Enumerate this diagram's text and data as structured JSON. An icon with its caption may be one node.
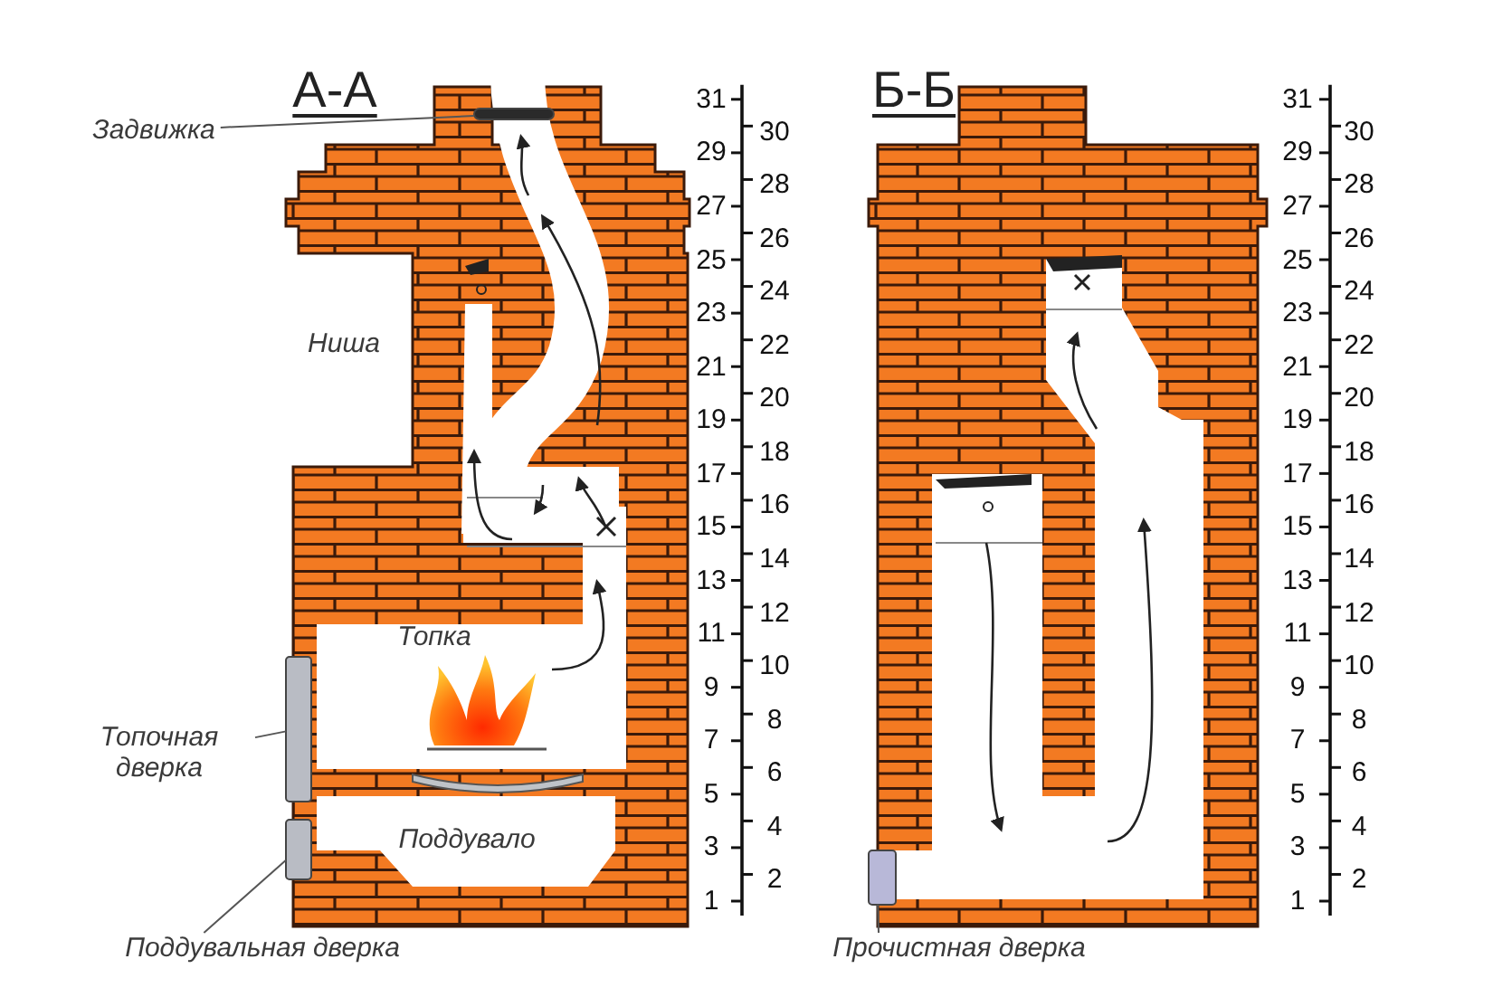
{
  "diagram": {
    "nodes": [
      {
        "text": [
          "Задвижка"
        ]
      },
      {
        "text": [],
        "shape": "bar"
      },
      {
        "text": [
          "Топочная дверка"
        ]
      },
      {
        "text": [],
        "shape": "box"
      },
      {
        "text": [
          "Поддувальная дверка"
        ]
      },
      {
        "text": [],
        "shape": "box"
      },
      {
        "text": [
          "Прочистная дверка"
        ]
      },
      {
        "text": [],
        "shape": "box"
      }
    ],
    "edges": [
      {
        "from": 0,
        "to": 1,
        "arrow": "none"
      },
      {
        "from": 2,
        "to": 3,
        "arrow": "none"
      },
      {
        "from": 4,
        "to": 5,
        "arrow": "none"
      },
      {
        "from": 6,
        "to": 7,
        "arrow": "none"
      }
    ],
    "labels": [
      "А-А",
      "Ниша",
      "Топка",
      "Поддувало",
      "Б-Б",
      "31",
      "29",
      "27",
      "25",
      "23",
      "21",
      "19",
      "17",
      "15",
      "13",
      "11",
      "9",
      "7",
      "5",
      "3",
      "1",
      "30",
      "28",
      "26",
      "24",
      "22",
      "20",
      "18",
      "16",
      "14",
      "12",
      "10",
      "8",
      "6",
      "4",
      "2",
      "31",
      "29",
      "27",
      "25",
      "23",
      "21",
      "19",
      "17",
      "15",
      "13",
      "11",
      "9",
      "7",
      "5",
      "3",
      "1",
      "30",
      "28",
      "26",
      "24",
      "22",
      "20",
      "18",
      "16",
      "14",
      "12",
      "10",
      "8",
      "6",
      "4",
      "2"
    ]
  }
}
